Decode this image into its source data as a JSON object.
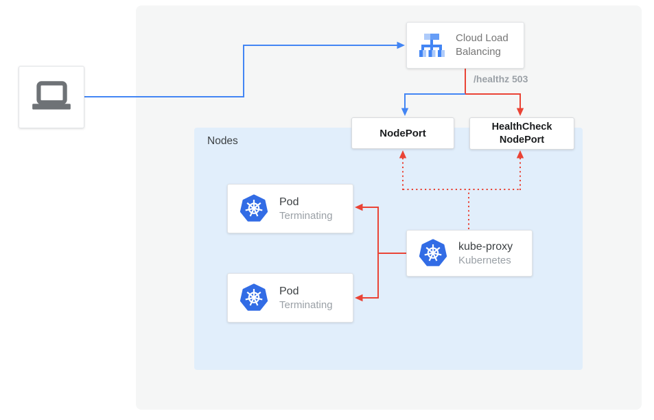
{
  "colors": {
    "blue": "#4285f4",
    "red": "#ea4335",
    "kubernetes_blue": "#326ce5",
    "load_balancer_blue_light": "#aecbfa",
    "load_balancer_blue_medium": "#669df6",
    "nodes_panel_bg": "#e1eefb",
    "outer_panel_bg": "#f5f6f6",
    "laptop_gray": "#6e7276"
  },
  "client": {
    "icon": "laptop-icon"
  },
  "cloud_load_balancing": {
    "title": "Cloud Load Balancing",
    "icon": "load-balancer-icon"
  },
  "health_label": "/healthz 503",
  "node_port": {
    "label": "NodePort"
  },
  "health_check_node_port": {
    "label": "HealthCheck NodePort"
  },
  "nodes_panel": {
    "label": "Nodes"
  },
  "pod1": {
    "title": "Pod",
    "subtitle": "Terminating",
    "icon": "kubernetes-icon"
  },
  "pod2": {
    "title": "Pod",
    "subtitle": "Terminating",
    "icon": "kubernetes-icon"
  },
  "kube_proxy": {
    "title": "kube-proxy",
    "subtitle": "Kubernetes",
    "icon": "kubernetes-icon"
  }
}
